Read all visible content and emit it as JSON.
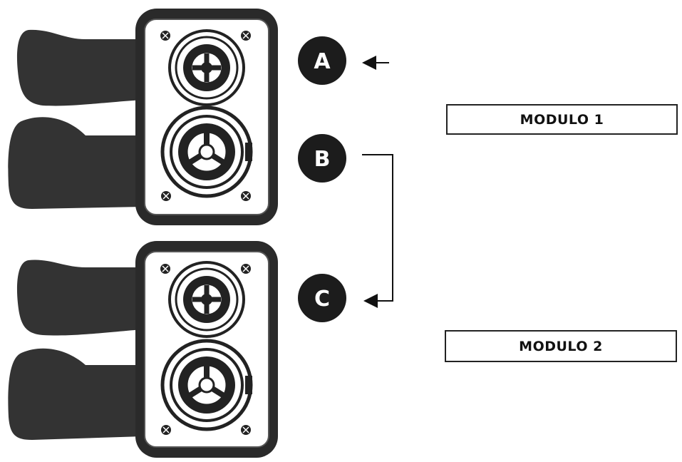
{
  "modules": [
    {
      "label": "MODULO 1"
    },
    {
      "label": "MODULO 2"
    }
  ],
  "badges": [
    {
      "letter": "A"
    },
    {
      "letter": "B"
    },
    {
      "letter": "C"
    }
  ],
  "colors": {
    "plate_dark": "#2a2a2a",
    "plate_face": "#ffffff",
    "cable": "#333333",
    "badge": "#1c1c1c",
    "line": "#111111"
  }
}
